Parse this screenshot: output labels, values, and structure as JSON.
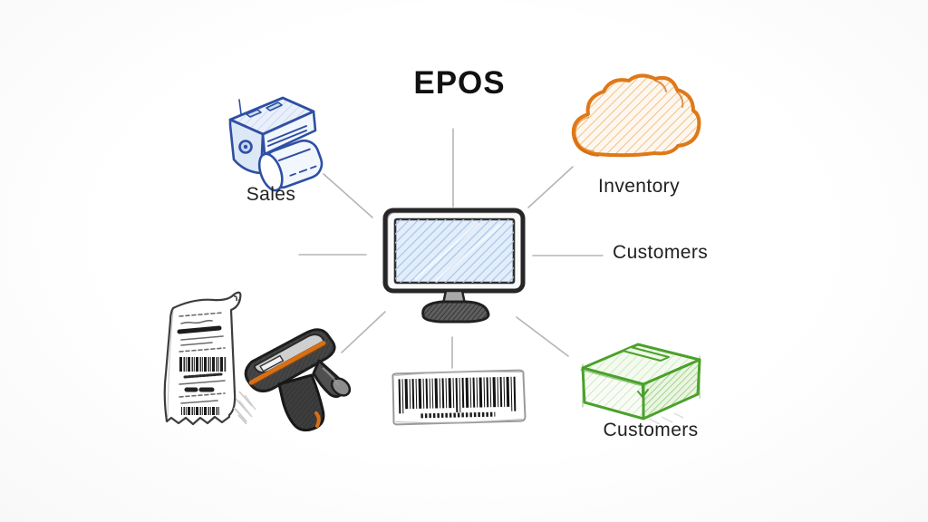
{
  "title": "EPOS",
  "center": {
    "icon": "monitor-icon",
    "screen_color": "#dce9f8"
  },
  "nodes": {
    "sales": {
      "label": "Sales",
      "icon": "receipt-printer-icon",
      "color": "#2e4fa3"
    },
    "inventory": {
      "label": "Inventory",
      "icon": "cloud-icon",
      "color": "#e07818"
    },
    "customers": {
      "label": "Customers"
    },
    "package": {
      "label": "Customers",
      "icon": "package-icon",
      "color": "#4ba12c"
    },
    "barcode": {
      "icon": "barcode-icon"
    },
    "receipt": {
      "icon": "receipt-icon"
    },
    "scanner": {
      "icon": "barcode-scanner-icon"
    }
  },
  "colors": {
    "connector": "#b5b5b5",
    "title_text": "#111111",
    "label_text": "#222222",
    "background": "#fbfbfb"
  }
}
